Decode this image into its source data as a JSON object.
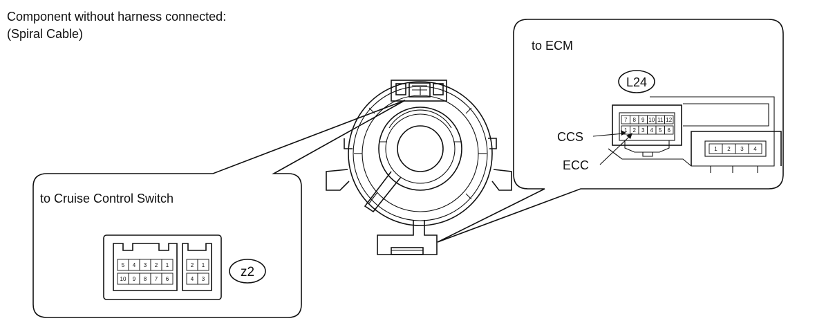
{
  "title": {
    "line1": "Component without harness connected:",
    "line2": "(Spiral Cable)"
  },
  "ecm_callout": {
    "label": "to ECM",
    "connector_id": "L24",
    "pins_top": [
      "7",
      "8",
      "9",
      "10",
      "11",
      "12"
    ],
    "pins_bottom": [
      "1",
      "2",
      "3",
      "4",
      "5",
      "6"
    ],
    "ccs_label": "CCS",
    "ecc_label": "ECC",
    "side_connector_pins": [
      "1",
      "2",
      "3",
      "4"
    ]
  },
  "cruise_callout": {
    "label": "to Cruise Control Switch",
    "connector_id": "z2",
    "main_pins_top": [
      "5",
      "4",
      "3",
      "2",
      "1"
    ],
    "main_pins_bottom": [
      "10",
      "9",
      "8",
      "7",
      "6"
    ],
    "aux_pins_top": [
      "2",
      "1"
    ],
    "aux_pins_bottom": [
      "4",
      "3"
    ]
  }
}
